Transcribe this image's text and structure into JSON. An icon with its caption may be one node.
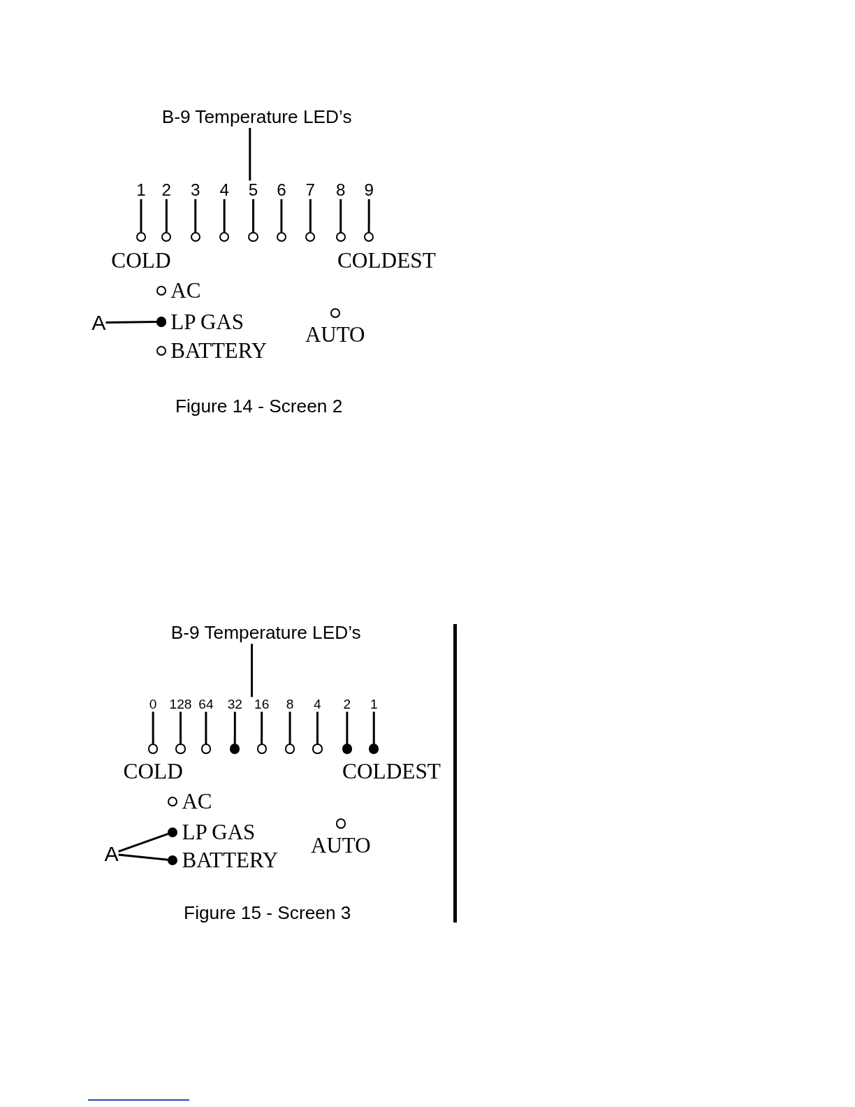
{
  "diagram": {
    "nodes": [
      {
        "text": [
          "B-9 Temperature LED’s"
        ]
      },
      {
        "text": [
          "1"
        ]
      },
      {
        "text": [
          "2"
        ]
      },
      {
        "text": [
          "3"
        ]
      },
      {
        "text": [
          "4"
        ]
      },
      {
        "text": [
          "5"
        ]
      },
      {
        "text": [
          "6"
        ]
      },
      {
        "text": [
          "7"
        ]
      },
      {
        "text": [
          "8"
        ]
      },
      {
        "text": [
          "9"
        ]
      },
      {
        "text": [],
        "shape": "circle"
      },
      {
        "text": [],
        "shape": "circle"
      },
      {
        "text": [],
        "shape": "circle"
      },
      {
        "text": [],
        "shape": "circle"
      },
      {
        "text": [],
        "shape": "circle"
      },
      {
        "text": [],
        "shape": "circle"
      },
      {
        "text": [],
        "shape": "circle"
      },
      {
        "text": [],
        "shape": "circle"
      },
      {
        "text": [],
        "shape": "circle"
      },
      {
        "text": [
          "A"
        ]
      },
      {
        "text": [],
        "shape": "circle",
        "beside": [
          "AC"
        ]
      },
      {
        "text": [],
        "shape": "dot",
        "beside": [
          "LP GAS"
        ]
      },
      {
        "text": [],
        "shape": "circle",
        "beside": [
          "BATTERY"
        ]
      },
      {
        "text": [],
        "shape": "circle",
        "beside": [
          "AUTO"
        ]
      },
      {
        "text": [
          "B-9 Temperature LED’s"
        ]
      },
      {
        "text": [
          "0"
        ]
      },
      {
        "text": [
          "128"
        ]
      },
      {
        "text": [
          "64"
        ]
      },
      {
        "text": [
          "32"
        ]
      },
      {
        "text": [
          "16"
        ]
      },
      {
        "text": [
          "8"
        ]
      },
      {
        "text": [
          "4"
        ]
      },
      {
        "text": [
          "2"
        ]
      },
      {
        "text": [
          "1"
        ]
      },
      {
        "text": [],
        "shape": "circle"
      },
      {
        "text": [],
        "shape": "circle"
      },
      {
        "text": [],
        "shape": "circle"
      },
      {
        "text": [],
        "shape": "dot"
      },
      {
        "text": [],
        "shape": "circle"
      },
      {
        "text": [],
        "shape": "circle"
      },
      {
        "text": [],
        "shape": "circle"
      },
      {
        "text": [],
        "shape": "dot"
      },
      {
        "text": [],
        "shape": "dot"
      },
      {
        "text": [
          "A"
        ]
      },
      {
        "text": [],
        "shape": "circle",
        "beside": [
          "AC"
        ]
      },
      {
        "text": [],
        "shape": "dot",
        "beside": [
          "LP GAS"
        ]
      },
      {
        "text": [],
        "shape": "dot",
        "beside": [
          "BATTERY"
        ]
      },
      {
        "text": [],
        "shape": "circle",
        "beside": [
          "AUTO"
        ]
      }
    ],
    "edges": [
      {
        "from": 0,
        "to": 5,
        "arrow": "none"
      },
      {
        "from": 1,
        "to": 10,
        "arrow": "none"
      },
      {
        "from": 2,
        "to": 11,
        "arrow": "none"
      },
      {
        "from": 3,
        "to": 12,
        "arrow": "none"
      },
      {
        "from": 4,
        "to": 13,
        "arrow": "none"
      },
      {
        "from": 5,
        "to": 14,
        "arrow": "none"
      },
      {
        "from": 6,
        "to": 15,
        "arrow": "none"
      },
      {
        "from": 7,
        "to": 16,
        "arrow": "none"
      },
      {
        "from": 8,
        "to": 17,
        "arrow": "none"
      },
      {
        "from": 9,
        "to": 18,
        "arrow": "none"
      },
      {
        "from": 19,
        "to": 21,
        "arrow": "none"
      },
      {
        "from": 24,
        "to": 28,
        "arrow": "none"
      },
      {
        "from": 25,
        "to": 34,
        "arrow": "none"
      },
      {
        "from": 26,
        "to": 35,
        "arrow": "none"
      },
      {
        "from": 27,
        "to": 36,
        "arrow": "none"
      },
      {
        "from": 28,
        "to": 37,
        "arrow": "none"
      },
      {
        "from": 29,
        "to": 38,
        "arrow": "none"
      },
      {
        "from": 30,
        "to": 39,
        "arrow": "none"
      },
      {
        "from": 31,
        "to": 40,
        "arrow": "none"
      },
      {
        "from": 32,
        "to": 41,
        "arrow": "none"
      },
      {
        "from": 33,
        "to": 42,
        "arrow": "none"
      },
      {
        "from": 43,
        "to": 45,
        "arrow": "none"
      },
      {
        "from": 43,
        "to": 46,
        "arrow": "none"
      }
    ],
    "labels": [
      "COLD",
      "COLDEST",
      "Figure 14 - Screen 2",
      "COLD",
      "COLDEST",
      "Figure 15 - Screen 3"
    ]
  }
}
